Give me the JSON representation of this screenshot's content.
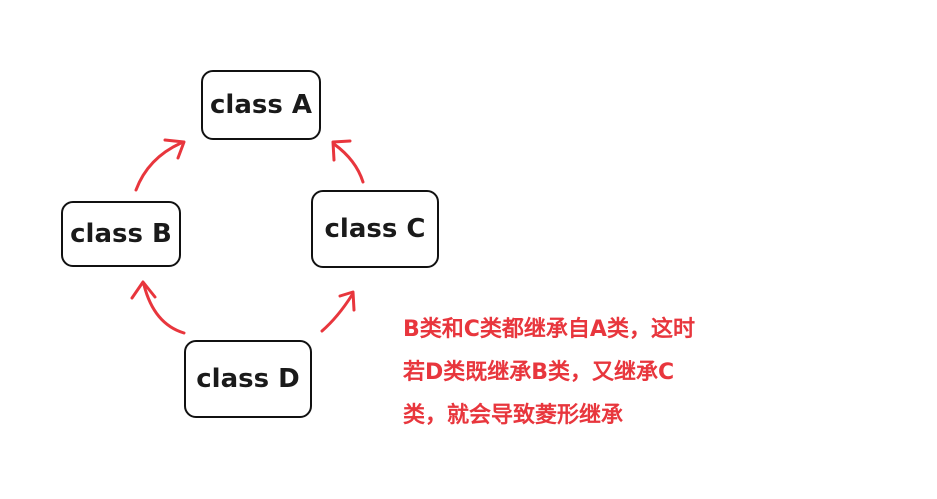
{
  "diagram": {
    "nodes": [
      {
        "id": "A",
        "label": "class A"
      },
      {
        "id": "B",
        "label": "class B"
      },
      {
        "id": "C",
        "label": "class C"
      },
      {
        "id": "D",
        "label": "class D"
      }
    ],
    "edges": [
      {
        "from": "B",
        "to": "A"
      },
      {
        "from": "C",
        "to": "A"
      },
      {
        "from": "D",
        "to": "B"
      },
      {
        "from": "D",
        "to": "C"
      }
    ],
    "arrow_color": "#e8363d"
  },
  "note": {
    "lines": [
      "B类和C类都继承自A类，这时",
      "若D类既继承B类，又继承C",
      "类，就会导致菱形继承"
    ],
    "color": "#e8363d"
  }
}
